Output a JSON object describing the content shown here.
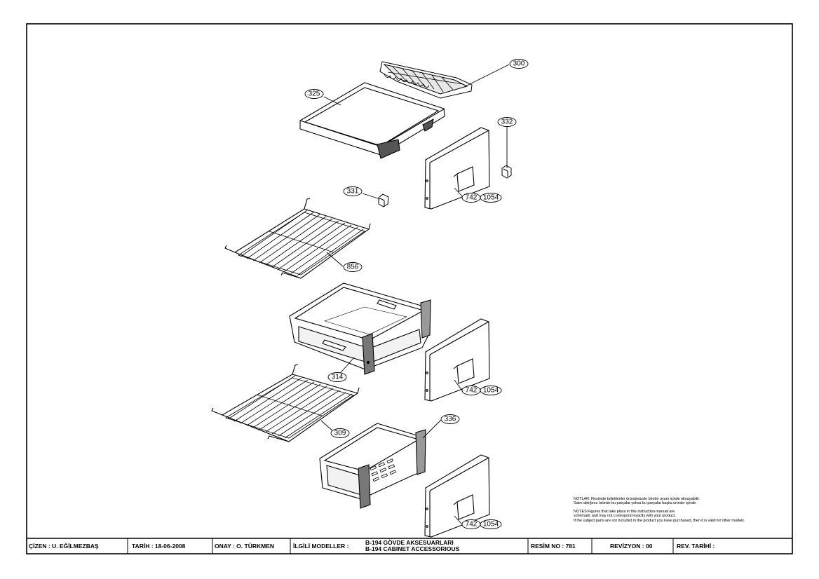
{
  "part_labels": [
    {
      "id": "p300",
      "text": "300"
    },
    {
      "id": "p325",
      "text": "325"
    },
    {
      "id": "p332",
      "text": "332"
    },
    {
      "id": "p331",
      "text": "331"
    },
    {
      "id": "p742a",
      "text": "742"
    },
    {
      "id": "p1054a",
      "text": "1054"
    },
    {
      "id": "p856",
      "text": "856"
    },
    {
      "id": "p314",
      "text": "314"
    },
    {
      "id": "p742b",
      "text": "742"
    },
    {
      "id": "p1054b",
      "text": "1054"
    },
    {
      "id": "p309",
      "text": "309"
    },
    {
      "id": "p336",
      "text": "336"
    },
    {
      "id": "p742c",
      "text": "742"
    },
    {
      "id": "p1054c",
      "text": "1054"
    }
  ],
  "notes": {
    "tr_1": "NOTLAR: Resimde belirtilenler ürünümüzde birebir uyum içinde olmayabilir.",
    "tr_2": "Satın aldığınız üründe bu parçalar yoksa bu parçalar başka ürünler içindir.",
    "en_1": "NOTES:Figures that take place in this instruction manual are",
    "en_2": "schematic and may not correspond exactly with your product.",
    "en_3": "If the subject parts are not included in the product you have purchased, then it is valid for other models."
  },
  "title_block": {
    "drawn_by": "ÇİZEN : U. EĞİLMEZBAŞ",
    "date": "TARİH : 18-06-2008",
    "approved": "ONAY : O. TÜRKMEN",
    "related_models_label": "İLGİLİ MODELLER :",
    "title_tr": "B-194 GÖVDE AKSESUARLARI",
    "title_en": "B-194 CABINET ACCESSORIOUS",
    "drawing_no": "RESİM NO : 781",
    "revision": "REVİZYON : 00",
    "rev_date": "REV. TARİHİ :"
  },
  "colors": {
    "line": "#000000",
    "paper": "#ffffff",
    "shade": "#bfbfbf"
  }
}
